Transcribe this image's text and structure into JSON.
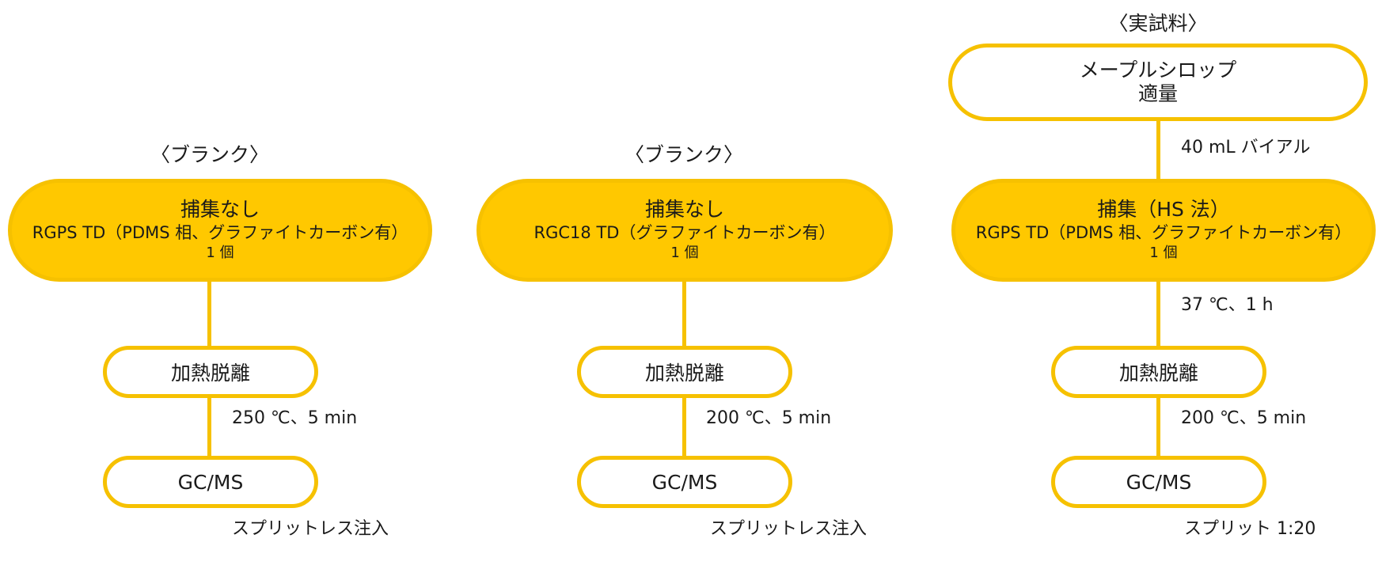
{
  "columns": [
    {
      "header": "〈ブランク〉",
      "capture": {
        "title": "捕集なし",
        "detail": "RGPS TD（PDMS 相、グラファイトカーボン有）",
        "count": "1 個"
      },
      "desorb_condition": "250 ℃、5 min",
      "desorb_label": "加熱脱離",
      "analysis_label": "GC/MS",
      "injection_note": "スプリットレス注入"
    },
    {
      "header": "〈ブランク〉",
      "capture": {
        "title": "捕集なし",
        "detail": "RGC18 TD（グラファイトカーボン有）",
        "count": "1 個"
      },
      "desorb_condition": "200 ℃、5 min",
      "desorb_label": "加熱脱離",
      "analysis_label": "GC/MS",
      "injection_note": "スプリットレス注入"
    },
    {
      "header": "〈実試料〉",
      "sample": {
        "name": "メープルシロップ",
        "amount": "適量"
      },
      "vial_note": "40 mL バイアル",
      "capture": {
        "title": "捕集（HS 法）",
        "detail": "RGPS TD（PDMS 相、グラファイトカーボン有）",
        "count": "1 個"
      },
      "capture_condition": "37 ℃、1 h",
      "desorb_condition": "200 ℃、5 min",
      "desorb_label": "加熱脱離",
      "analysis_label": "GC/MS",
      "injection_note": "スプリット 1:20"
    }
  ],
  "colors": {
    "accent_fill": "#FFC800",
    "accent_stroke": "#F6C100"
  }
}
